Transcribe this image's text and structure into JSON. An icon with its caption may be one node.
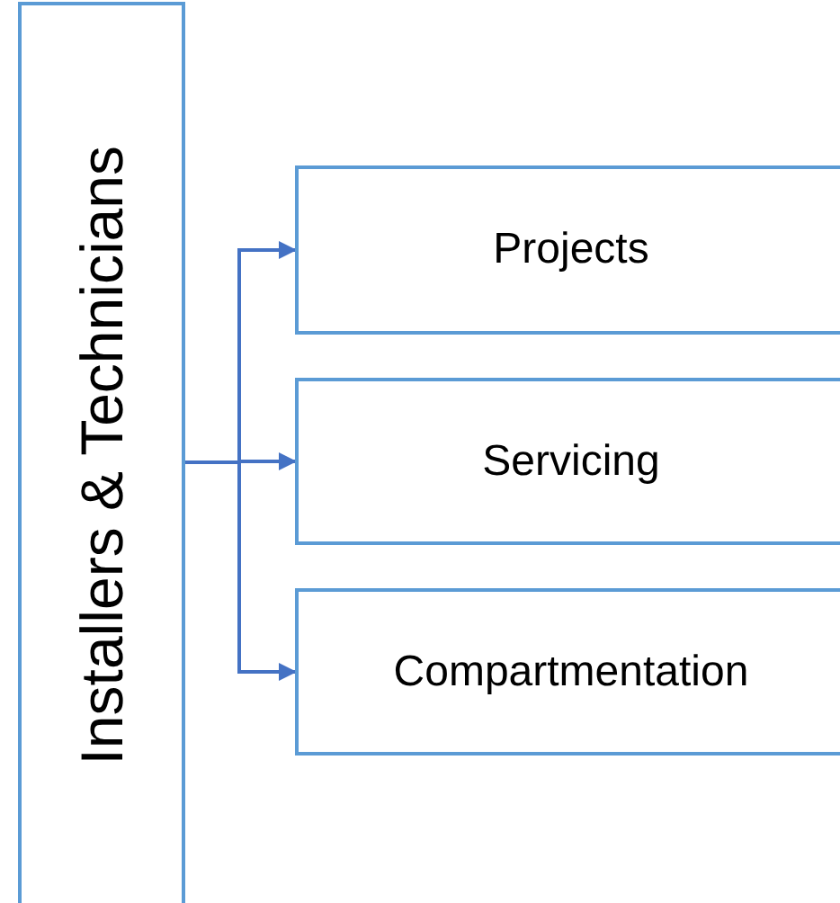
{
  "diagram": {
    "nodes": [
      {
        "text": [
          "Installers & Technicians"
        ]
      },
      {
        "text": [
          "Projects"
        ]
      },
      {
        "text": [
          "Servicing"
        ]
      },
      {
        "text": [
          "Compartmentation"
        ]
      }
    ],
    "edges": [
      {
        "from": 0,
        "to": 1,
        "arrow": "to"
      },
      {
        "from": 0,
        "to": 2,
        "arrow": "to"
      },
      {
        "from": 0,
        "to": 3,
        "arrow": "to"
      }
    ]
  }
}
